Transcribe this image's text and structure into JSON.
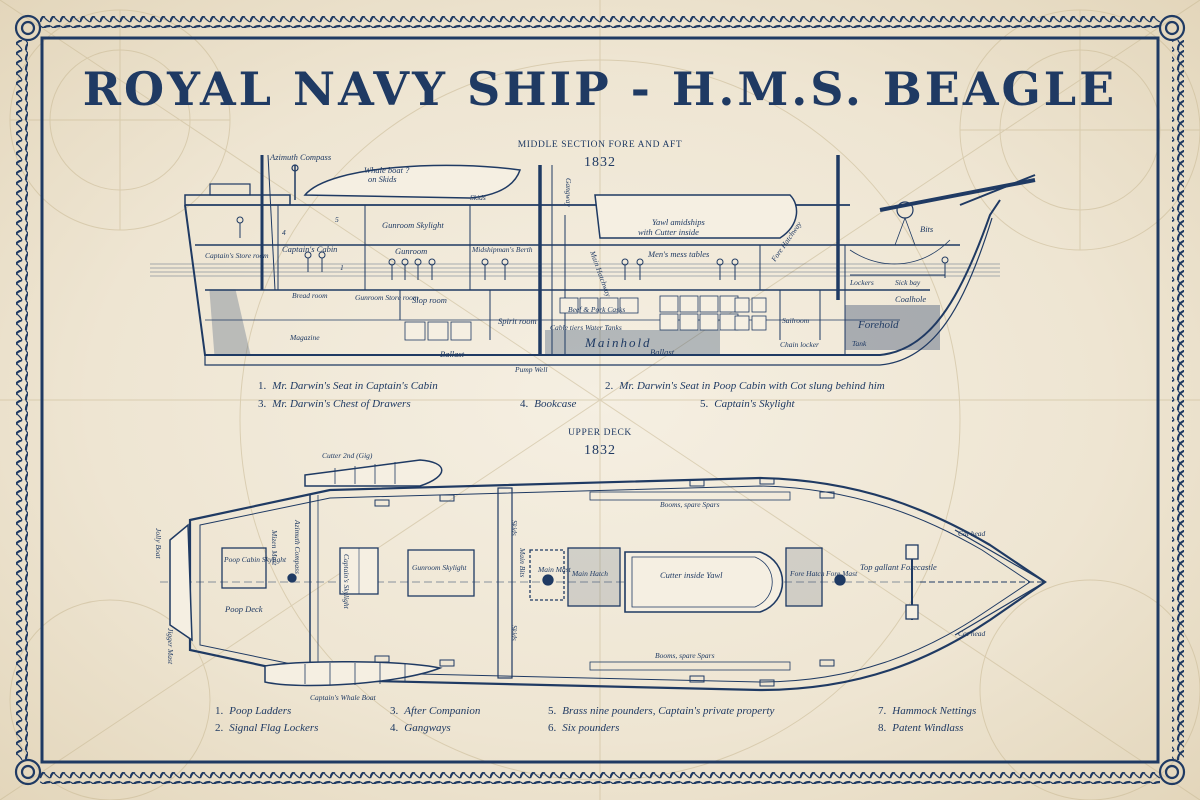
{
  "title": "ROYAL NAVY SHIP - H.M.S. BEAGLE",
  "colors": {
    "ink": "#1f3a63",
    "paper": "#efe7d6"
  },
  "side_section": {
    "heading": "MIDDLE SECTION FORE AND AFT",
    "year": "1832",
    "labels": {
      "azimuth_compass": "Azimuth Compass",
      "whale_boat": "Whale boat ?",
      "on_skids": "on Skids",
      "skids": "Skids",
      "gangway": "Gangway",
      "yawl_amidships": "Yawl amidships",
      "with_cutter": "with Cutter inside",
      "bits": "Bits",
      "gunroom_skylight": "Gunroom Skylight",
      "captains_cabin": "Captain's Cabin",
      "gunroom": "Gunroom",
      "midshipmans_berth": "Midshipman's Berth",
      "main_hatchway": "Main Hatchway",
      "mens_mess_tables": "Men's mess tables",
      "fore_hatchway": "Fore Hatchway",
      "lockers": "Lockers",
      "sick_bay": "Sick bay",
      "captains_store_room": "Captain's Store room",
      "bread_room": "Bread room",
      "gunroom_store_room": "Gunroom Store room",
      "slop_room": "Slop room",
      "spirit_room": "Spirit room",
      "beef_pork_casks": "Beef & Pork Casks",
      "cable_tiers": "Cable tiers  Water Tanks",
      "mainhold": "Mainhold",
      "sailroom": "Sailroom",
      "coalhole": "Coalhole",
      "forehold": "Forehold",
      "chain_locker": "Chain locker",
      "tank": "Tank",
      "magazine": "Magazine",
      "ballast_1": "Ballast",
      "ballast_2": "Ballast",
      "pump_well": "Pump Well",
      "num_5": "5",
      "num_4": "4",
      "num_1": "1"
    },
    "legend": [
      {
        "n": "1.",
        "text": "Mr. Darwin's Seat in Captain's Cabin"
      },
      {
        "n": "2.",
        "text": "Mr. Darwin's Seat in Poop Cabin with Cot slung behind him"
      },
      {
        "n": "3.",
        "text": "Mr. Darwin's Chest of Drawers"
      },
      {
        "n": "4.",
        "text": "Bookcase"
      },
      {
        "n": "5.",
        "text": "Captain's Skylight"
      }
    ]
  },
  "upper_deck": {
    "heading": "UPPER DECK",
    "year": "1832",
    "labels": {
      "cutter_2nd": "Cutter 2nd (Gig)",
      "jolly_boat": "Jolly Boat",
      "jigger_mast": "Jigger Mast",
      "poop_cabin_skylight": "Poop Cabin Skylight",
      "poop_deck": "Poop Deck",
      "mizen_mast": "Mizen Mast",
      "azimuth_compass": "Azimuth Compass",
      "captains_skylight": "Captain's Skylight",
      "gunroom_skylight": "Gunroom Skylight",
      "main_bits": "Main Bits",
      "skids_1": "Skids",
      "skids_2": "Skids",
      "main_mast": "Main Mast",
      "main_hatch": "Main Hatch",
      "cutter_inside_yawl": "Cutter inside Yawl",
      "fore_hatch": "Fore Hatch",
      "fore_mast": "Fore Mast",
      "booms_top": "Booms, spare Spars",
      "booms_bottom": "Booms, spare Spars",
      "top_gallant_forecastle": "Top gallant Forecastle",
      "cat_head_top": "Cat head",
      "cat_head_bottom": "Cat head",
      "captains_whale_boat": "Captain's Whale Boat"
    },
    "legend": [
      {
        "n": "1.",
        "text": "Poop Ladders"
      },
      {
        "n": "2.",
        "text": "Signal Flag Lockers"
      },
      {
        "n": "3.",
        "text": "After Companion"
      },
      {
        "n": "4.",
        "text": "Gangways"
      },
      {
        "n": "5.",
        "text": "Brass nine pounders, Captain's private property"
      },
      {
        "n": "6.",
        "text": "Six pounders"
      },
      {
        "n": "7.",
        "text": "Hammock Nettings"
      },
      {
        "n": "8.",
        "text": "Patent Windlass"
      }
    ]
  }
}
